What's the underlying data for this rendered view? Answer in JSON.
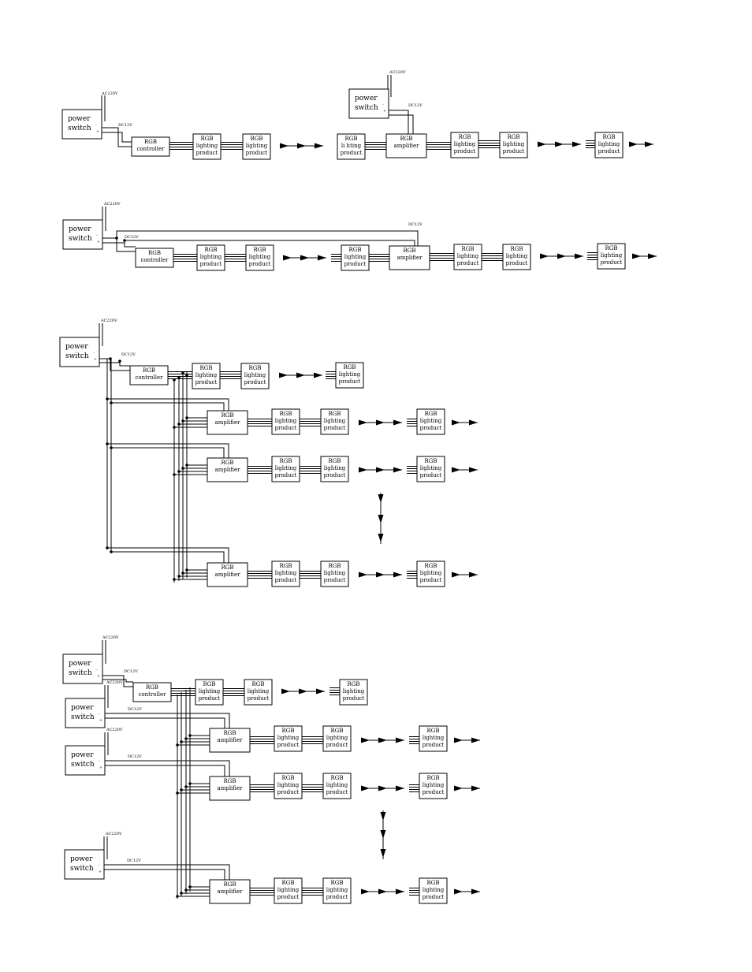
{
  "labels": {
    "power": "power",
    "switch": "switch",
    "rgb": "RGB",
    "controller": "controller",
    "amplifier": "amplifier",
    "lighting": "lighting",
    "lighting_typo": "li hting",
    "product": "product",
    "ac": "AC220V",
    "dc": "DC12V",
    "minus": "-",
    "plus": "+"
  },
  "diagrams": [
    {
      "id": "series-with-amplifier",
      "description": "controller → products → amplifier → products"
    },
    {
      "id": "shared-power-amplifier",
      "description": "one power switch feeding controller and amplifier"
    },
    {
      "id": "parallel-amplifiers-one-power",
      "description": "controller fanning out to parallel amplifier rows"
    },
    {
      "id": "parallel-amplifiers-separate-power",
      "description": "each amplifier row with its own power switch"
    }
  ]
}
